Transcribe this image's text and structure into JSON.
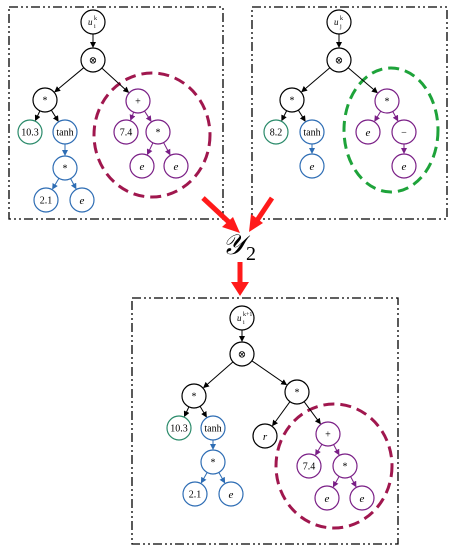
{
  "colors": {
    "black": "#000000",
    "purple": "#7a1f86",
    "blue": "#2e6db4",
    "green": "#2a8a6a",
    "crimson": "#a0174e",
    "bright_green": "#1ea33a",
    "arrow_red": "#ff1a1a"
  },
  "operator": {
    "symbol": "𝒴",
    "subscript": "2"
  },
  "parent1": {
    "root": {
      "base": "u",
      "sub": "i",
      "sup": "k"
    },
    "combine": "⊗",
    "left_mult": "*",
    "constant_a": "10.3",
    "tanh": "tanh",
    "inner_mult": "*",
    "constant_b": "2.1",
    "var_e1": "e",
    "plus": "+",
    "constant_c": "7.4",
    "sub_mult": "*",
    "var_e2": "e",
    "var_e3": "e"
  },
  "parent2": {
    "root": {
      "base": "u",
      "sub": "j",
      "sup": "k"
    },
    "combine": "⊗",
    "left_mult": "*",
    "constant_a": "8.2",
    "tanh": "tanh",
    "var_e1": "e",
    "mult": "*",
    "var_e2": "e",
    "minus": "−",
    "var_e3": "e"
  },
  "child": {
    "root": {
      "base": "u",
      "sub": "i",
      "sup": "k+1"
    },
    "combine": "⊗",
    "left_mult": "*",
    "constant_a": "10.3",
    "tanh": "tanh",
    "inner_mult": "*",
    "constant_b": "2.1",
    "var_e1": "e",
    "right_mult": "*",
    "var_r": "r",
    "plus": "+",
    "constant_c": "7.4",
    "sub_mult": "*",
    "var_e2": "e",
    "var_e3": "e"
  }
}
